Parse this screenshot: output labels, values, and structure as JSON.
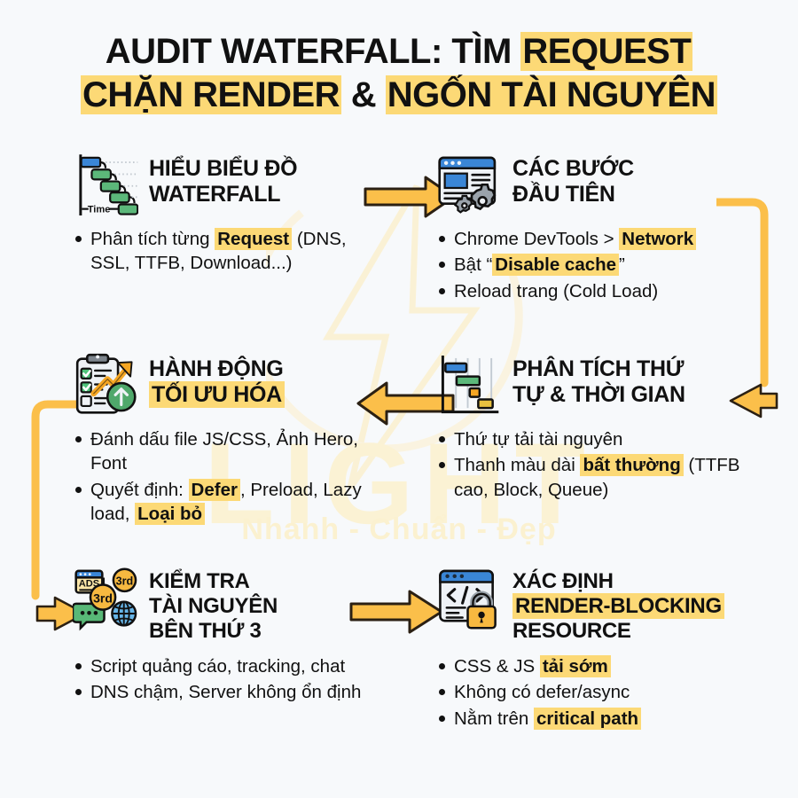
{
  "colors": {
    "background": "#f7f9fb",
    "highlight": "#fcd976",
    "arrow_fill": "#fbbf4a",
    "arrow_stroke": "#2b2013",
    "connector": "#fbbf4a",
    "text": "#111111",
    "blue": "#3a86d6",
    "green": "#5cb87a",
    "orange": "#f5a623"
  },
  "title": {
    "line1_a": "AUDIT WATERFALL: TÌM ",
    "line1_hl": "REQUEST",
    "line2_hl_a": "CHẶN RENDER",
    "line2_mid": " & ",
    "line2_hl_b": "NGỐN TÀI NGUYÊN"
  },
  "watermark": {
    "word": "LIGHT",
    "tagline": "Nhanh - Chuẩn - Đẹp",
    "bolt": "lightning-bolt"
  },
  "blocks": [
    {
      "id": "hieu-bieu-do-waterfall",
      "icon": "waterfall-chart-icon",
      "icon_label": "Time",
      "title_line1": "HIỂU BIỂU ĐỒ",
      "title_line2": "WATERFALL",
      "bullets": [
        {
          "parts": [
            {
              "t": "Phân tích từng ",
              "hl": false
            },
            {
              "t": "Request",
              "hl": true,
              "bold": true
            },
            {
              "t": " (DNS, SSL, TTFB, Download...)",
              "hl": false
            }
          ]
        }
      ]
    },
    {
      "id": "cac-buoc-dau-tien",
      "icon": "browser-gears-icon",
      "title_line1": "CÁC BƯỚC",
      "title_line2": "ĐẦU TIÊN",
      "bullets": [
        {
          "parts": [
            {
              "t": "Chrome DevTools > ",
              "hl": false
            },
            {
              "t": "Network",
              "hl": true,
              "bold": true
            }
          ]
        },
        {
          "parts": [
            {
              "t": "Bật “",
              "hl": false
            },
            {
              "t": "Disable cache",
              "hl": true,
              "bold": true
            },
            {
              "t": "”",
              "hl": false
            }
          ]
        },
        {
          "parts": [
            {
              "t": "Reload trang (Cold Load)",
              "hl": false
            }
          ]
        }
      ]
    },
    {
      "id": "hanh-dong-toi-uu-hoa",
      "icon": "clipboard-growth-icon",
      "title_line1": "HÀNH ĐỘNG",
      "title_line2": "TỐI ƯU HÓA",
      "title_line2_highlight": true,
      "bullets": [
        {
          "parts": [
            {
              "t": "Đánh dấu file JS/CSS, Ảnh Hero, Font",
              "hl": false
            }
          ]
        },
        {
          "parts": [
            {
              "t": "Quyết định: ",
              "hl": false
            },
            {
              "t": "Defer",
              "hl": true,
              "bold": false
            },
            {
              "t": ", Preload, Lazy load, ",
              "hl": false
            },
            {
              "t": "Loại bỏ",
              "hl": true,
              "bold": false
            }
          ]
        }
      ]
    },
    {
      "id": "phan-tich-thu-tu-thoi-gian",
      "icon": "gantt-timeline-icon",
      "title_line1": "PHÂN TÍCH THỨ",
      "title_line2": "TỰ & THỜI GIAN",
      "bullets": [
        {
          "parts": [
            {
              "t": "Thứ tự tải tài nguyên",
              "hl": false
            }
          ]
        },
        {
          "parts": [
            {
              "t": "Thanh màu dài ",
              "hl": false
            },
            {
              "t": "bất thường",
              "hl": true,
              "bold": true
            },
            {
              "t": " (TTFB cao, Block, Queue)",
              "hl": false
            }
          ]
        }
      ]
    },
    {
      "id": "kiem-tra-tai-nguyen-ben-thu-3",
      "icon": "third-party-resources-icon",
      "icon_labels": [
        "ADS",
        "3rd",
        "3rd"
      ],
      "title_line1": "KIỂM TRA",
      "title_line2": "TÀI NGUYÊN",
      "title_line3": "BÊN THỨ 3",
      "bullets": [
        {
          "parts": [
            {
              "t": "Script quảng cáo, tracking, chat",
              "hl": false
            }
          ]
        },
        {
          "parts": [
            {
              "t": "DNS chậm, Server không ổn định",
              "hl": false
            }
          ]
        }
      ]
    },
    {
      "id": "xac-dinh-render-blocking-resource",
      "icon": "code-lock-icon",
      "title_line1": "XÁC ĐỊNH",
      "title_line2": "RENDER-BLOCKING",
      "title_line2_highlight": true,
      "title_line3": "RESOURCE",
      "bullets": [
        {
          "parts": [
            {
              "t": "CSS & JS ",
              "hl": false
            },
            {
              "t": "tải sớm",
              "hl": true,
              "bold": false
            }
          ]
        },
        {
          "parts": [
            {
              "t": "Không có defer/async",
              "hl": false
            }
          ]
        },
        {
          "parts": [
            {
              "t": "Nằm trên ",
              "hl": false
            },
            {
              "t": "critical path",
              "hl": true,
              "bold": false
            }
          ]
        }
      ]
    }
  ],
  "connectors": [
    {
      "id": "arrow-row1-right",
      "name": "arrow-block1-to-block2",
      "direction": "right"
    },
    {
      "id": "connector-right-down",
      "name": "connector-block2-to-block4",
      "direction": "down-left-hook"
    },
    {
      "id": "arrow-row2-left",
      "name": "arrow-block4-to-block3",
      "direction": "left"
    },
    {
      "id": "connector-left-down",
      "name": "connector-block3-to-block5",
      "direction": "down-right-hook"
    },
    {
      "id": "arrow-row3-right",
      "name": "arrow-block5-to-block6",
      "direction": "right"
    }
  ]
}
